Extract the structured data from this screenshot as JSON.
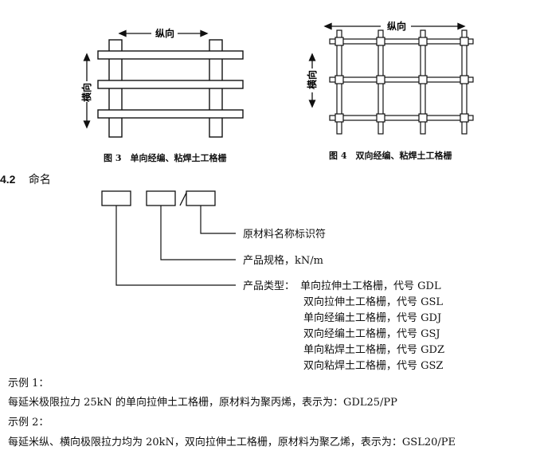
{
  "figure3": {
    "longitudinal_label": "纵向",
    "transverse_label": "横向",
    "caption": "图 3　单向经编、粘焊土工格栅"
  },
  "figure4": {
    "longitudinal_label": "纵向",
    "transverse_label": "横向",
    "caption": "图 4　双向经编、粘焊土工格栅"
  },
  "section": {
    "number": "4.2",
    "title": "命名"
  },
  "naming": {
    "separator": "/",
    "raw_material": "原材料名称标识符",
    "spec": "产品规格，kN/m",
    "type_label": "产品类型：",
    "types": [
      "单向拉伸土工格栅，代号 GDL",
      "双向拉伸土工格栅，代号 GSL",
      "单向经编土工格栅，代号 GDJ",
      "双向经编土工格栅，代号 GSJ",
      "单向粘焊土工格栅，代号 GDZ",
      "双向粘焊土工格栅，代号 GSZ"
    ]
  },
  "examples": {
    "ex1_title": "示例 1：",
    "ex1_text": "每延米极限拉力 25kN 的单向拉伸土工格栅，原材料为聚丙烯，表示为：GDL25/PP",
    "ex2_title": "示例 2：",
    "ex2_text": "每延米纵、横向极限拉力均为 20kN，双向拉伸土工格栅，原材料为聚乙烯，表示为：GSL20/PE"
  }
}
